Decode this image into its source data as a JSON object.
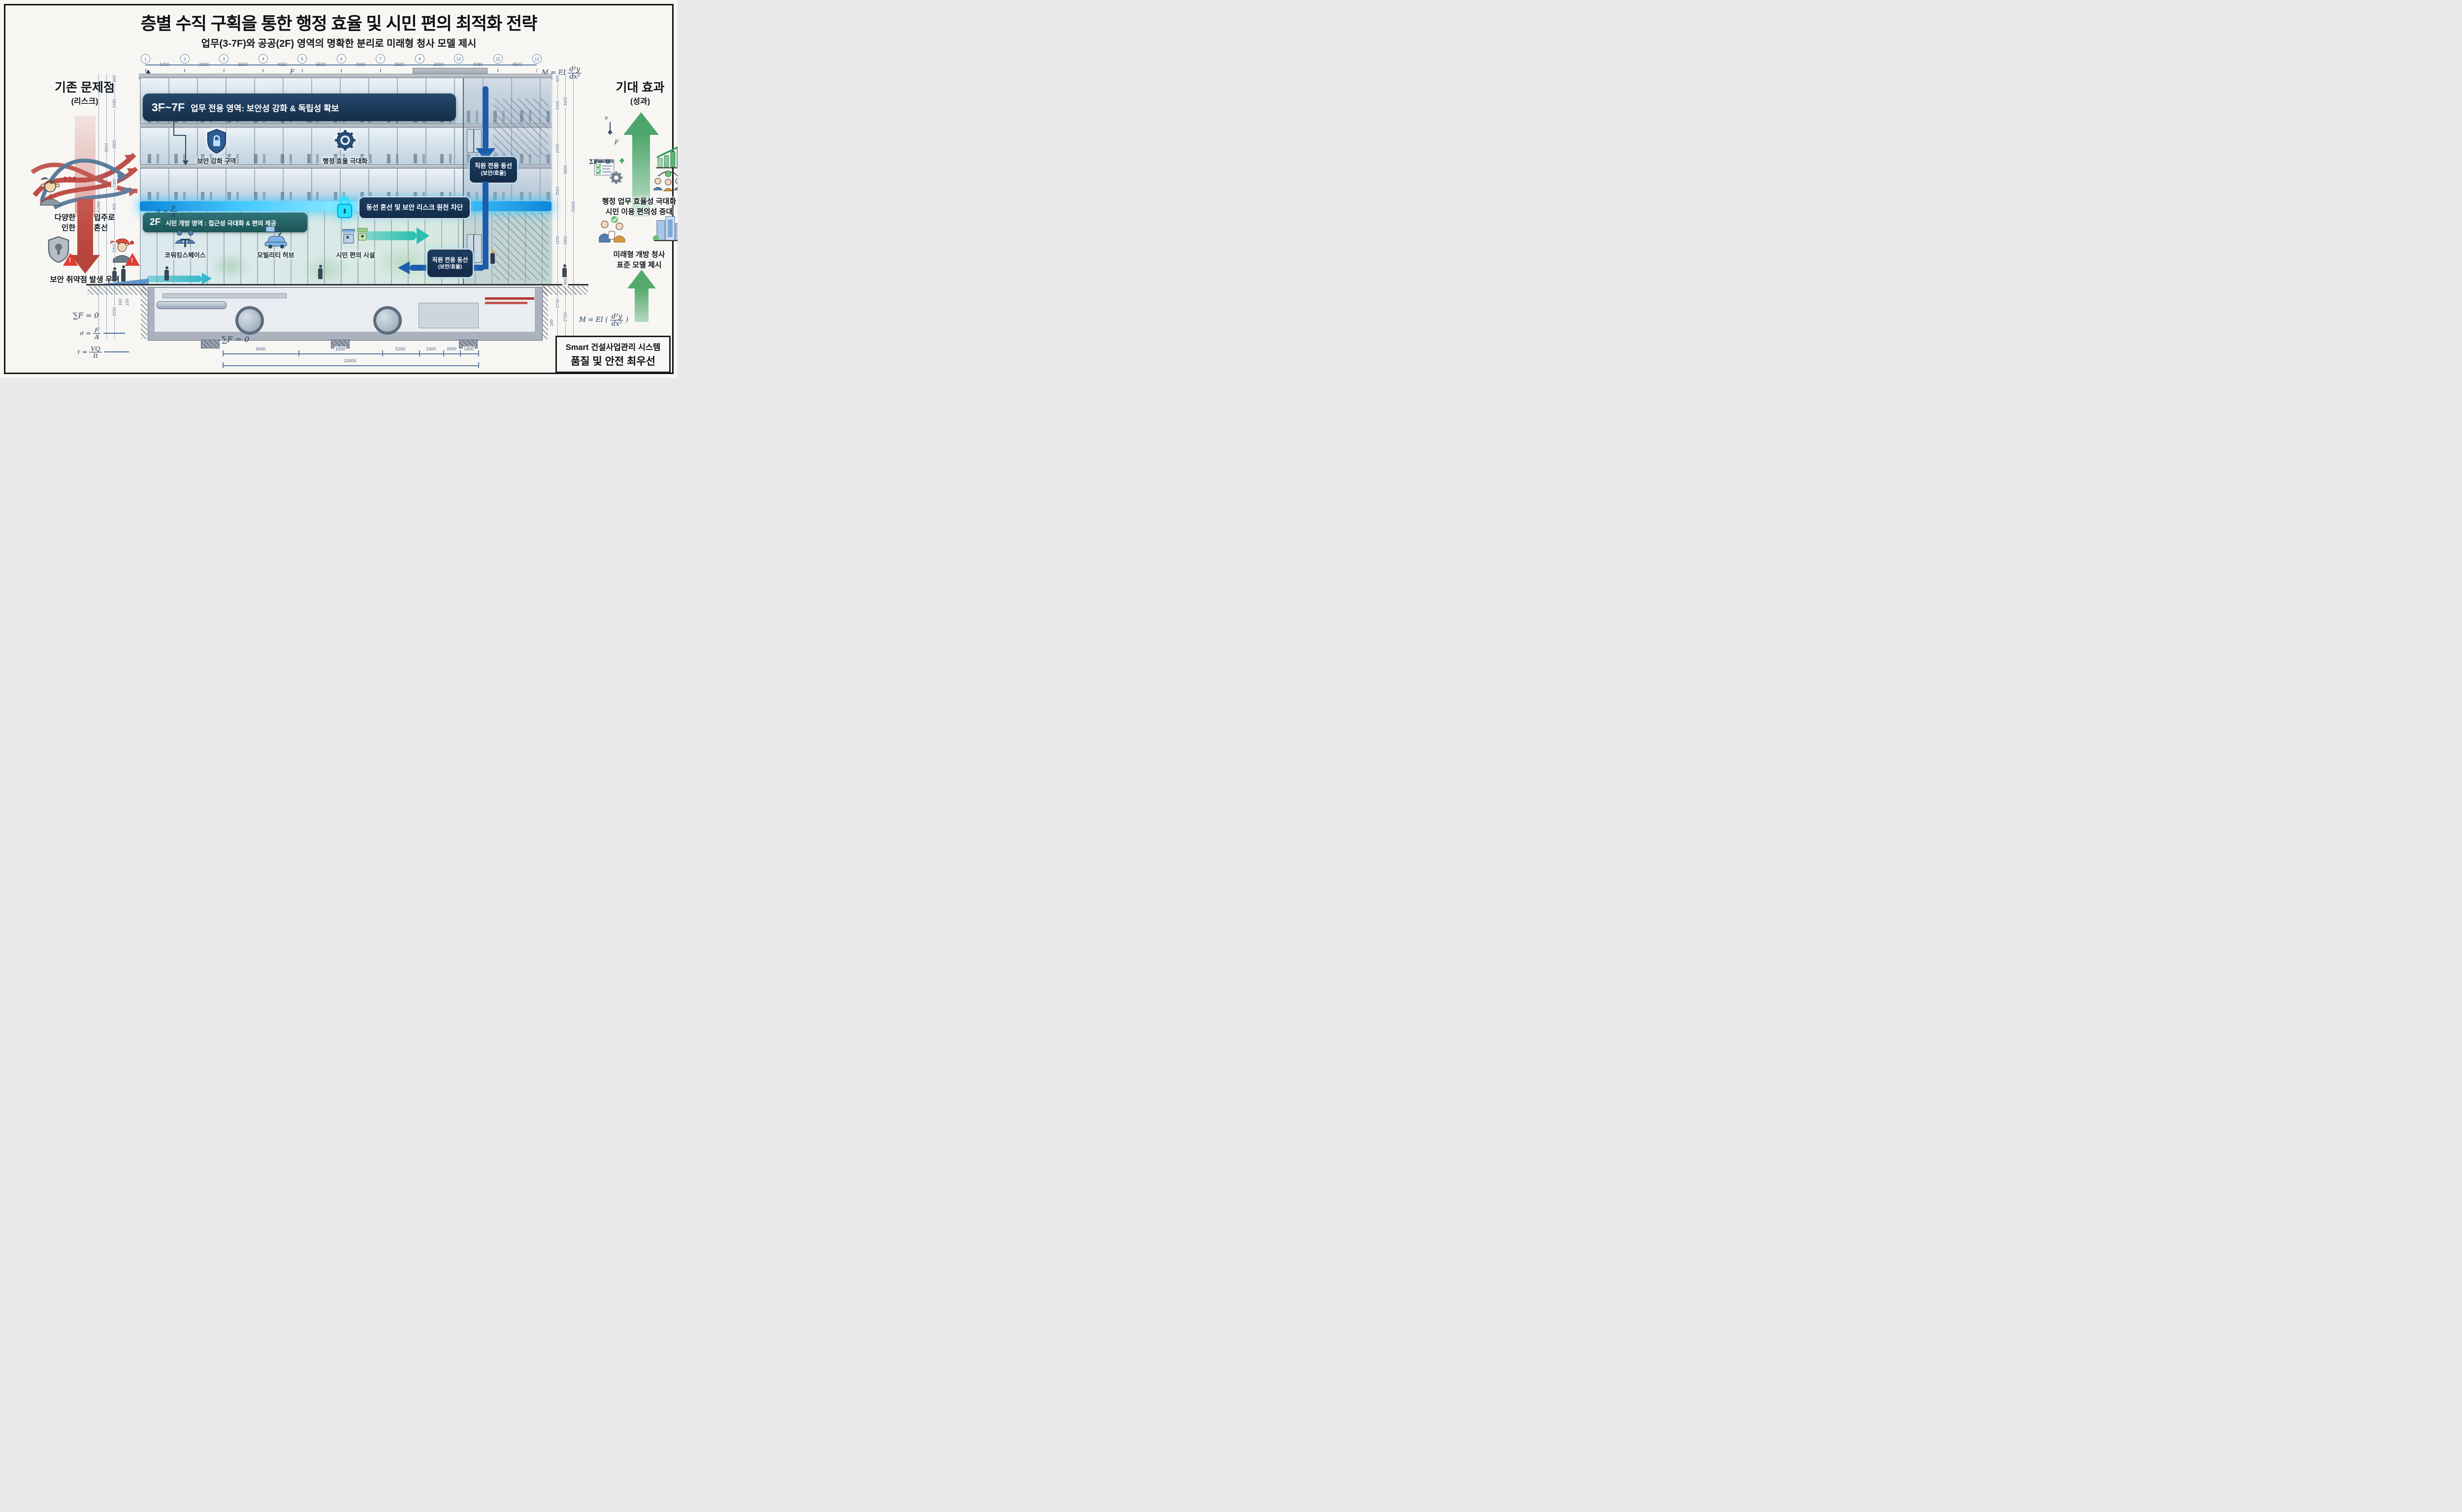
{
  "title": {
    "main": "층별 수직 구획을 통한 행정 효율 및 시민 편의 최적화 전략",
    "subtitle": "업무(3-7F)와 공공(2F) 영역의 명확한 분리로 미래형 청사 모델 제시"
  },
  "grid": {
    "bubbles": [
      "1",
      "2",
      "3",
      "4",
      "5",
      "6",
      "7",
      "8",
      "10",
      "11",
      "12"
    ],
    "top_dims": [
      "1400",
      "2000",
      "3500",
      "4060",
      "5500",
      "4000",
      "2500",
      "3000",
      "4080",
      "4500"
    ]
  },
  "left_panel": {
    "heading": "기존 문제점",
    "subheading": "(리스크)",
    "confusion_marks": "???",
    "item1_line1": "다양한 부서 입주로",
    "item1_line2": "인한 동선 혼선",
    "warning_mark": "!",
    "item2": "보안 취약점 발생 우려"
  },
  "right_panel": {
    "heading": "기대 효과",
    "subheading": "(성과)",
    "item1_line1": "행정 업무 효율성 극대화",
    "item1_line2": "시민 이용 편의성 증대",
    "item2_line1": "미래형 개방 청사",
    "item2_line2": "표준 모델 제시"
  },
  "building": {
    "upper_banner_floor": "3F~7F",
    "upper_banner_text": "업무 전용 영역: 보안성 강화 & 독립성 확보",
    "badge_security": "보안 강화 구역",
    "badge_efficiency": "행정 효율 극대화",
    "divider_label": "동선 혼선 및 보안 리스크 원천 차단",
    "lower_banner_floor": "2F",
    "lower_banner_text": "시민 개방 영역 : 접근성 극대화 & 편의 제공",
    "amenity1": "코워킹스페이스",
    "amenity2": "모빌리티 허브",
    "amenity3": "시민 편의 시설",
    "staff_route_line1": "직원 전용 동선",
    "staff_route_line2": "(보안/효율)"
  },
  "formulas": {
    "sum_f": "∑F = 0",
    "sum_f_right": "ΣF= 0",
    "sigma_lhs": "σ =",
    "sigma_num": "F",
    "sigma_den": "A",
    "tau_lhs": "τ =",
    "tau_num": "VQ",
    "tau_den": "It",
    "tau2_lhs": "τ =",
    "tau2_num": "d²y",
    "tau2_den": "dx²",
    "moment_lhs": "M = EI",
    "moment_num": "d²y",
    "moment_den": "dx²",
    "moment2_pre": "M = EI (",
    "moment2_close": ")",
    "force_v": "v",
    "force_f": "F"
  },
  "dims": {
    "left_inner": [
      "600",
      "2480",
      "2800",
      "2300",
      "900",
      "3300",
      "2030"
    ],
    "left_mid": "9000",
    "left_outer": "81990",
    "right_inner": [
      "600",
      "2400",
      "2400",
      "2550",
      "1100",
      "2700"
    ],
    "right_mid": [
      "3400",
      "3800",
      "2800",
      "900",
      "2700"
    ],
    "right_outer": "25600",
    "bottom": [
      "4000",
      "1500",
      "5200",
      "1900",
      "2000",
      "1400"
    ],
    "bottom_total": "13000",
    "foundation_left_1": "160",
    "foundation_left_2": "100",
    "foundation_right": "190"
  },
  "footer_box": {
    "line1": "Smart 건설사업관리 시스템",
    "line2": "품질 및 안전 최우선"
  }
}
